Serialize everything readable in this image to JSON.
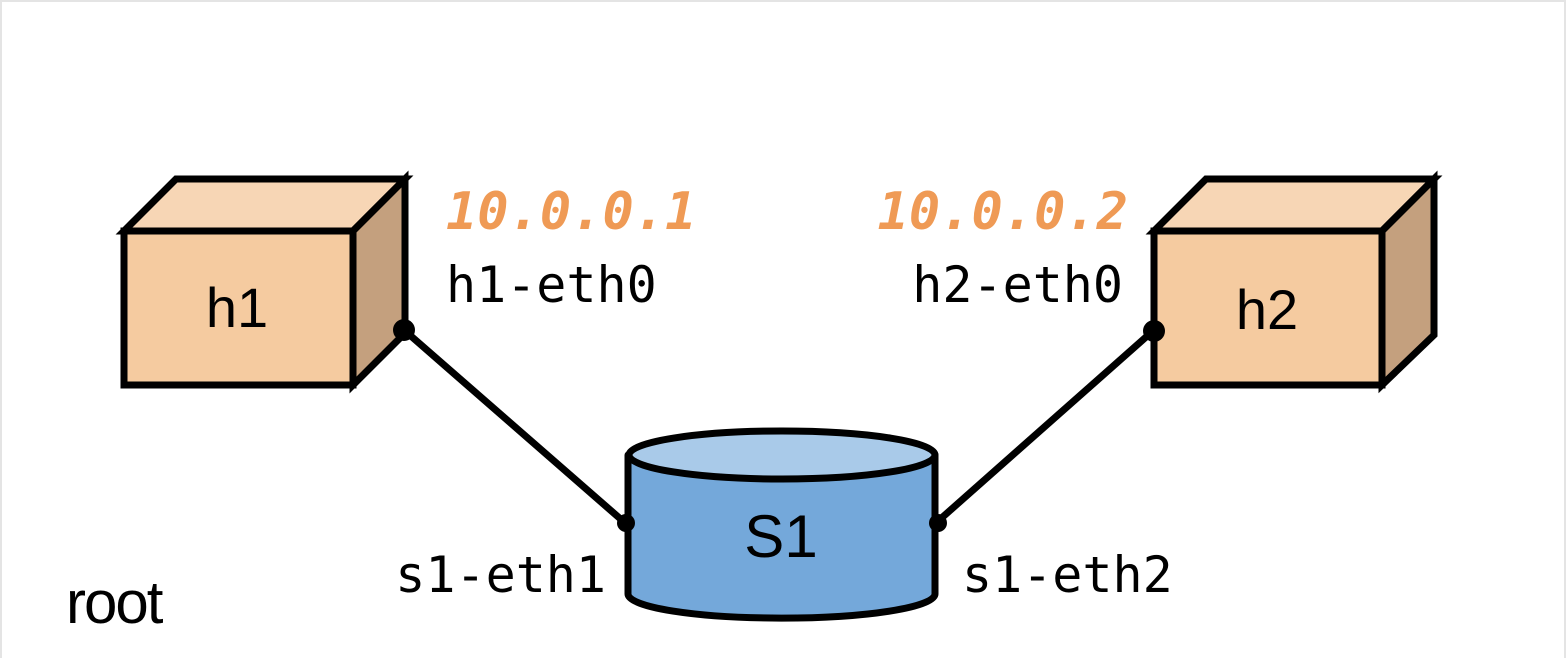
{
  "namespace_label": "root",
  "hosts": [
    {
      "id": "h1",
      "label": "h1",
      "interface": "h1-eth0",
      "ip": "10.0.0.1"
    },
    {
      "id": "h2",
      "label": "h2",
      "interface": "h2-eth0",
      "ip": "10.0.0.2"
    }
  ],
  "switch": {
    "label": "S1",
    "ports": [
      "s1-eth1",
      "s1-eth2"
    ]
  },
  "colors": {
    "host_front": "#f5cba0",
    "host_top": "#f7d6b5",
    "host_side": "#c4a07e",
    "switch_body": "#74a8da",
    "switch_top": "#a9cae9",
    "ip_text": "#ef9a55",
    "stroke": "#000000"
  }
}
